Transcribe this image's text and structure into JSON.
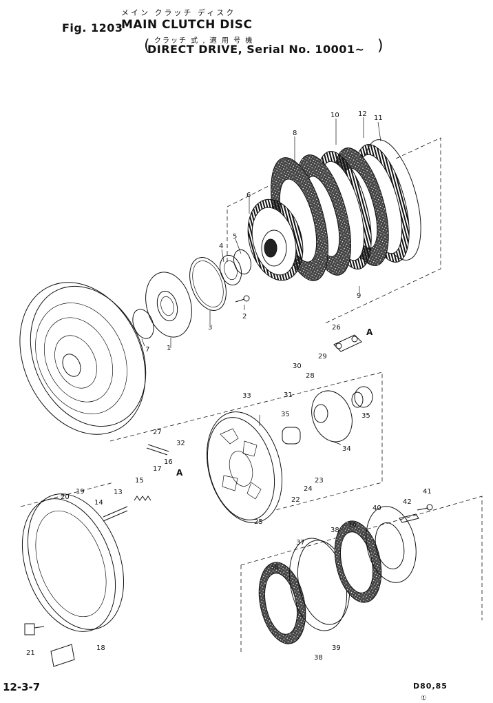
{
  "header": {
    "figure_label": "Fig. 1203",
    "japanese_title": "メイン クラッチ ディスク",
    "title": "MAIN CLUTCH DISC",
    "japanese_subtitle": "クラッチ 式 , 適 用 号 機",
    "subtitle": "DIRECT DRIVE, Serial No. 10001~"
  },
  "footer": {
    "page_ref": "12-3-7",
    "model": "D80,85",
    "mark": "①"
  },
  "callouts": [
    "1",
    "2",
    "3",
    "4",
    "5",
    "6",
    "7",
    "8",
    "9",
    "10",
    "11",
    "12",
    "13",
    "14",
    "15",
    "16",
    "17",
    "18",
    "19",
    "20",
    "21",
    "22",
    "23",
    "24",
    "25",
    "26",
    "27",
    "28",
    "29",
    "30",
    "31",
    "32",
    "33",
    "34",
    "35",
    "35",
    "36",
    "36",
    "37",
    "38",
    "38",
    "39",
    "40",
    "41",
    "42",
    "A",
    "A"
  ]
}
